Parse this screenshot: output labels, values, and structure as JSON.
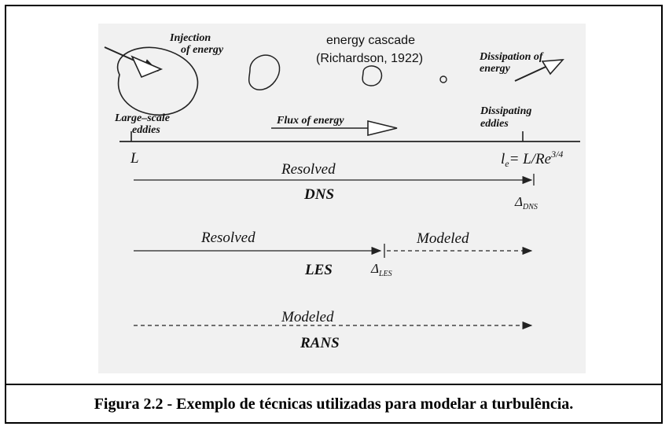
{
  "figure": {
    "injection": [
      "Injection",
      "of energy"
    ],
    "cascade_title": "energy cascade",
    "cascade_ref": "(Richardson, 1922)",
    "dissipation": [
      "Dissipation of",
      "energy"
    ],
    "large_scale": [
      "Large–scale",
      "eddies"
    ],
    "flux": "Flux of energy",
    "dissipating": [
      "Dissipating",
      "eddies"
    ],
    "L": "L",
    "le": "l",
    "le_sub": "e",
    "le_eq": "= L/Re",
    "le_exp": "3/4",
    "dns": {
      "resolved": "Resolved",
      "name": "DNS",
      "delta": "Δ",
      "delta_sub": "DNS"
    },
    "les": {
      "resolved": "Resolved",
      "modeled": "Modeled",
      "name": "LES",
      "delta": "Δ",
      "delta_sub": "LES"
    },
    "rans": {
      "modeled": "Modeled",
      "name": "RANS"
    }
  },
  "caption": "Figura 2.2 - Exemplo de técnicas utilizadas para modelar a turbulência."
}
